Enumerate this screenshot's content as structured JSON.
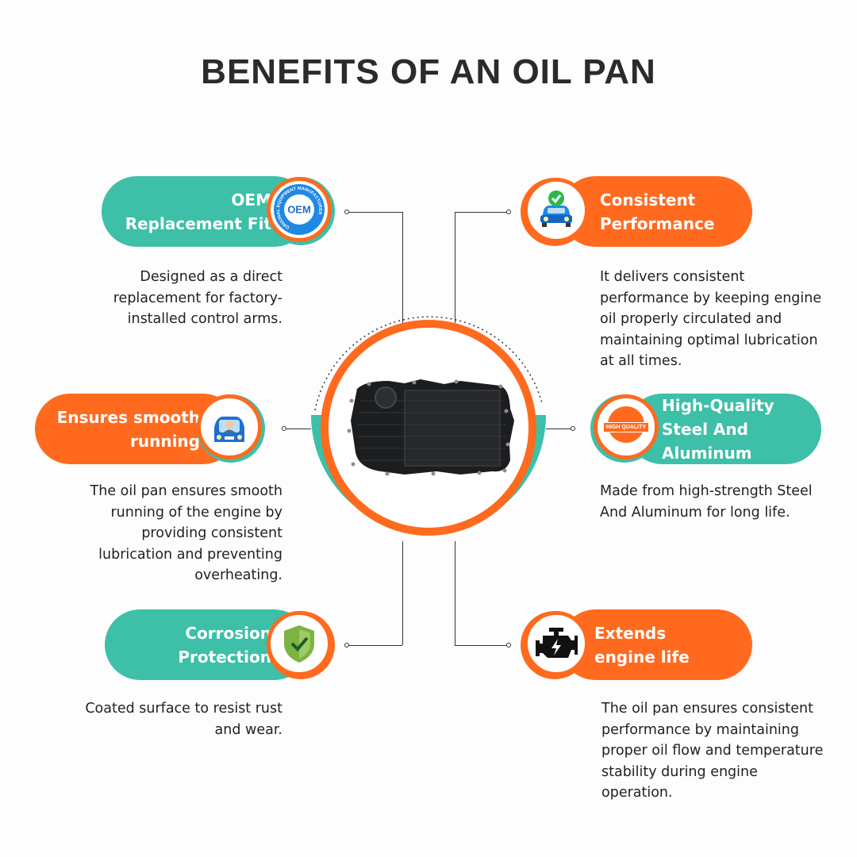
{
  "title": "BENEFITS OF AN OIL PAN",
  "colors": {
    "teal": "#3dbfa8",
    "orange": "#ff6a1f",
    "text": "#222222"
  },
  "benefits": [
    {
      "title_line1": "OEM",
      "title_line2": "Replacement Fit",
      "icon": "oem-seal-icon",
      "badge_text": "OEM",
      "badge_ring_text": "ORIGINAL EQUIPMENT MANUFACTURER",
      "description": "Designed as a direct replacement for factory-installed control arms."
    },
    {
      "title_line1": "Consistent",
      "title_line2": "Performance",
      "icon": "car-checkmark-icon",
      "description": "It delivers consistent performance by keeping engine oil properly circulated and maintaining optimal lubrication at all times."
    },
    {
      "title_line1": "Ensures smooth",
      "title_line2": "running",
      "icon": "driver-car-icon",
      "description": "The oil pan ensures smooth running of the engine by providing consistent lubrication and preventing overheating."
    },
    {
      "title_line1": "High-Quality",
      "title_line2": "Steel And",
      "title_line3": "Aluminum",
      "icon": "high-quality-seal-icon",
      "badge_text": "HIGH QUALITY",
      "description": "Made from high-strength Steel And Aluminum for long life."
    },
    {
      "title_line1": "Corrosion",
      "title_line2": "Protection",
      "icon": "shield-check-icon",
      "description": "Coated surface to resist rust and wear."
    },
    {
      "title_line1": "Extends",
      "title_line2": "engine life",
      "icon": "engine-icon",
      "description": "The oil pan ensures consistent performance by maintaining proper oil flow and temperature stability during engine operation."
    }
  ]
}
